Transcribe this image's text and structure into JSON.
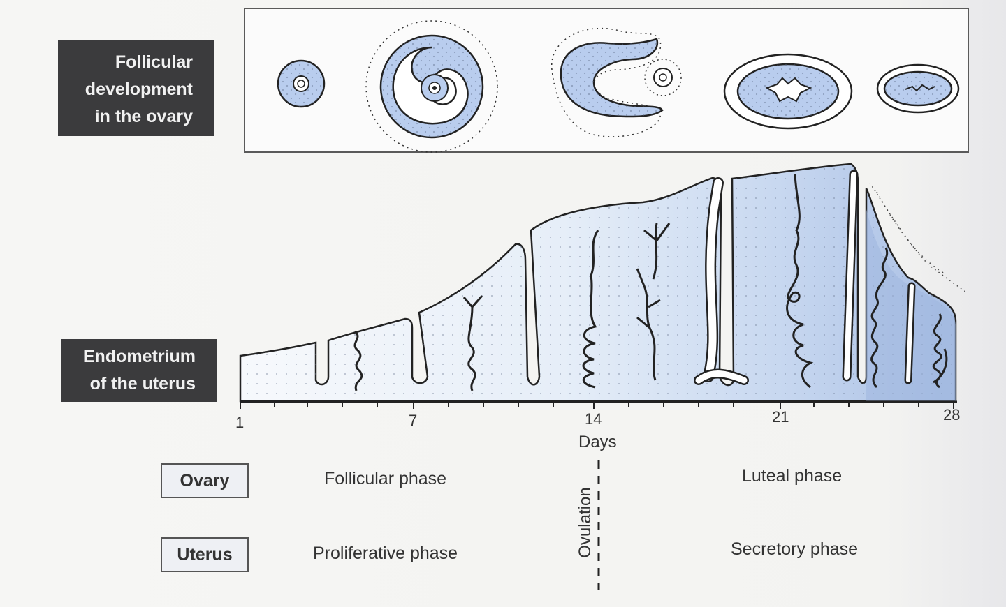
{
  "labels": {
    "follicular_line1": "Follicular",
    "follicular_line2": "development",
    "follicular_line3": "in the ovary",
    "endometrium_line1": "Endometrium",
    "endometrium_line2": "of the uterus"
  },
  "axis": {
    "ticks": [
      "1",
      "7",
      "14",
      "21",
      "28"
    ],
    "label": "Days"
  },
  "rows": {
    "ovary": {
      "box": "Ovary",
      "phase_left": "Follicular phase",
      "phase_right": "Luteal phase"
    },
    "uterus": {
      "box": "Uterus",
      "phase_left": "Proliferative phase",
      "phase_right": "Secretory phase"
    }
  },
  "ovulation": "Ovulation",
  "colors": {
    "fill_blue": "#b9cdee",
    "dark_label": "#3b3b3d",
    "endometrium_light": "#e6eef8",
    "endometrium_dark": "#a9bfe4"
  }
}
